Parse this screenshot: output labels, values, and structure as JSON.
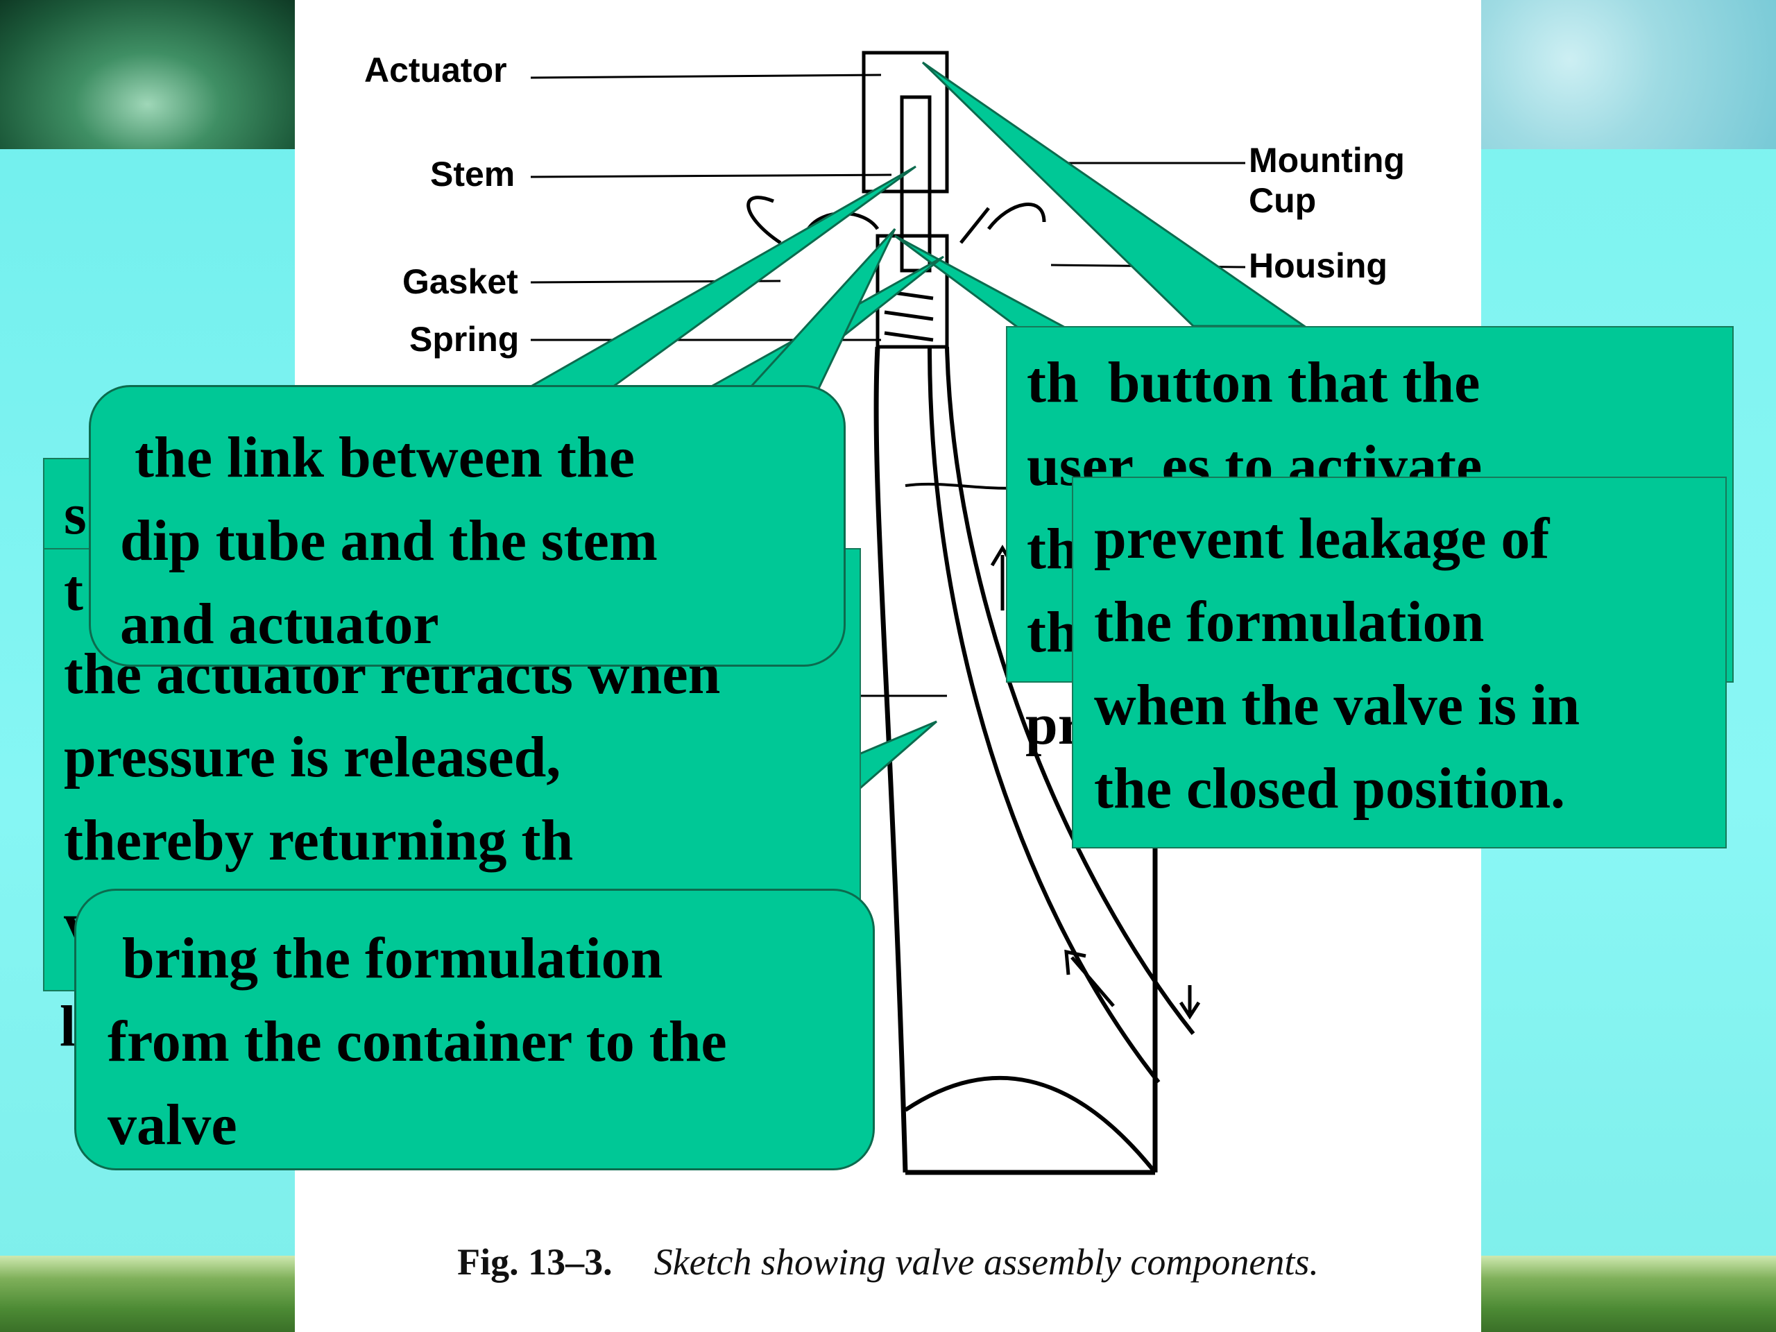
{
  "figure": {
    "labels": {
      "actuator": "Actuator",
      "stem": "Stem",
      "gasket": "Gasket",
      "spring": "Spring",
      "mounting_cup_line1": "Mounting",
      "mounting_cup_line2": "Cup",
      "housing": "Housing"
    },
    "caption_number": "Fig. 13–3.",
    "caption_text": "Sketch showing valve assembly components."
  },
  "callouts": {
    "spring_partial": "s",
    "spring_text": "t\nthe actuator retracts when\npressure is released,\nthereby returning th\nv",
    "spring_stray": "l",
    "actuator_text": "th  button that the\nuser  es to activate\nth\nth",
    "actuator_stray": "pr",
    "stem_text": " the link between the\ndip tube and the stem\nand actuator",
    "gasket_text": "prevent leakage of\nthe formulation\nwhen the valve is in\nthe closed position.",
    "diptube_text": " bring the formulation\nfrom the container to the\nvalve"
  },
  "colors": {
    "callout_fill": "#00c896",
    "callout_border": "#0c6b4e",
    "background_cyan": "#7ff3f0"
  }
}
